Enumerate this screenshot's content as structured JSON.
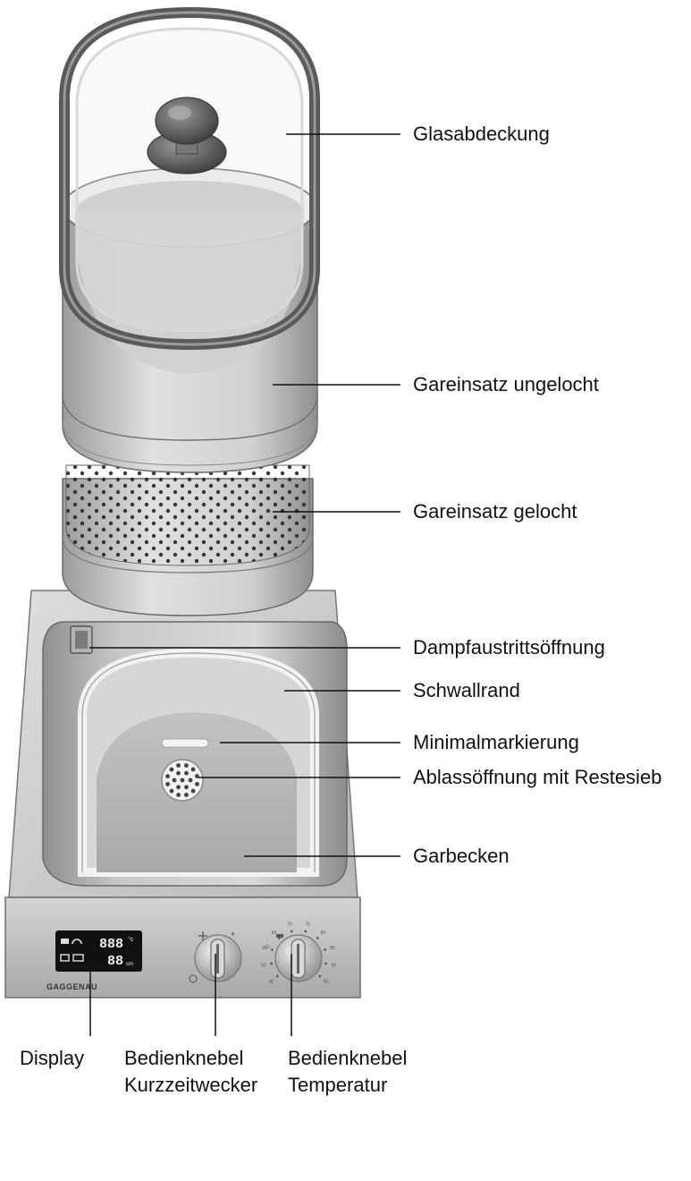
{
  "callouts": {
    "glass_cover": "Glasabdeckung",
    "insert_unperforated": "Gareinsatz ungelocht",
    "insert_perforated": "Gareinsatz gelocht",
    "steam_outlet": "Dampfaustrittsöffnung",
    "surge_rim": "Schwallrand",
    "minimum_mark": "Minimalmarkierung",
    "drain_with_sieve": "Ablassöffnung mit Restesieb",
    "cooking_basin": "Garbecken"
  },
  "bottom_labels": {
    "display": "Display",
    "timer_knob_line1": "Bedienknebel",
    "timer_knob_line2": "Kurzzeitwecker",
    "temp_knob_line1": "Bedienknebel",
    "temp_knob_line2": "Temperatur"
  },
  "display_panel": {
    "segment_top": "888",
    "segment_top_unit": "°c",
    "segment_bottom": "88",
    "segment_bottom_unit": "cm"
  },
  "brand": "GAGGENAU",
  "knob_marks": {
    "temp_scale": [
      "40",
      "50",
      "60",
      "65",
      "70",
      "75",
      "80",
      "85",
      "90",
      "95"
    ]
  },
  "colors": {
    "steel": "#c9c9c9",
    "steel_dark": "#9a9a9a",
    "glass_rim": "#5e5e5e",
    "leader": "#111111",
    "display_bg": "#111111"
  }
}
